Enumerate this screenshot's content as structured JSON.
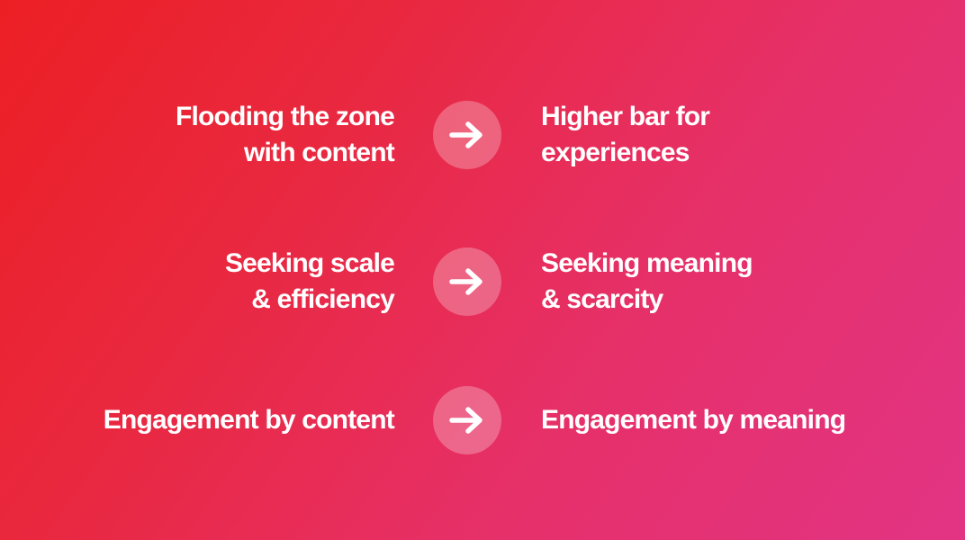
{
  "rows": [
    {
      "from": "Flooding the zone\nwith content",
      "to": "Higher bar for\nexperiences",
      "icon": "arrow-right-icon"
    },
    {
      "from": "Seeking scale\n& efficiency",
      "to": "Seeking meaning\n& scarcity",
      "icon": "arrow-right-icon"
    },
    {
      "from": "Engagement by content",
      "to": "Engagement by meaning",
      "icon": "arrow-right-icon"
    }
  ],
  "colors": {
    "background_start": "#ec1f24",
    "background_end": "#e23484",
    "text": "#ffffff",
    "arrow_circle": "rgba(255,255,255,0.27)"
  }
}
